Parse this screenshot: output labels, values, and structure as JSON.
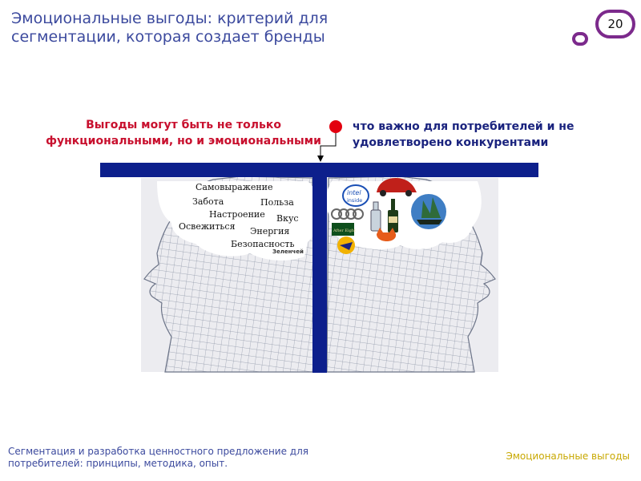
{
  "title": "Эмоциональные выгоды: критерий для сегментации, которая создает бренды",
  "slide_number": "20",
  "callout_left": "Выгоды могут быть не только функциональными, но и эмоциональными",
  "callout_right": "что важно для потребителей и не удовлетворено конкурентами",
  "benefits": {
    "self_expression": "Самовыражение",
    "care": "Забота",
    "use": "Польза",
    "mood": "Настроение",
    "taste": "Вкус",
    "refresh": "Освежиться",
    "energy": "Энергия",
    "safety": "Безопасность"
  },
  "logo_intel_line1": "intel",
  "logo_intel_line2": "inside",
  "logo_afterlight": "After Eight",
  "logo_green_text": "Зеленчей",
  "footer_left": "Сегментация и разработка ценностного предложение для потребителей: принципы, методика, опыт.",
  "footer_right": "Эмоциональные выгоды",
  "colors": {
    "title": "#3c4a9e",
    "callout_left": "#c8102e",
    "callout_right": "#1a237e",
    "bar": "#0d1f8c",
    "slide_badge": "#7c2a8c",
    "footer_right": "#c8a800"
  }
}
